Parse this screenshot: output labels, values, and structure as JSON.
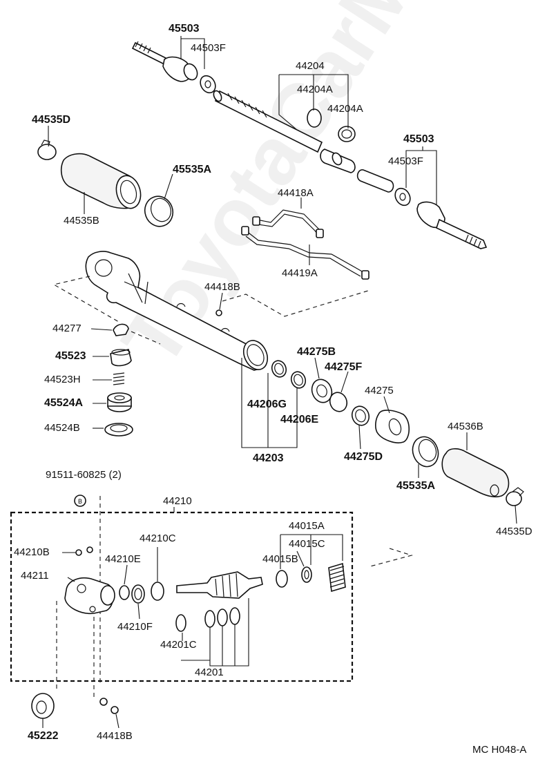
{
  "watermark": "ToyotaCarMine.ru",
  "footer_code": "MC H048-A",
  "labels": {
    "p45503_top": "45503",
    "p45503f_top": "44503F",
    "p44204": "44204",
    "p44204a_1": "44204A",
    "p44204a_2": "44204A",
    "p45503_right": "45503",
    "p44503f_right": "44503F",
    "p44535d_top": "44535D",
    "p45535a_top": "45535A",
    "p44535b": "44535B",
    "p44418a": "44418A",
    "p44419a": "44419A",
    "p44418b_mid": "44418B",
    "p44277": "44277",
    "p45523": "45523",
    "p44523h": "44523H",
    "p45524a": "45524A",
    "p44524b": "44524B",
    "p44275b": "44275B",
    "p44275f": "44275F",
    "p44275": "44275",
    "p44206g": "44206G",
    "p44206e": "44206E",
    "p44203": "44203",
    "p44275d": "44275D",
    "p44536b": "44536B",
    "p45535a_bottom": "45535A",
    "p44535d_bottom": "44535D",
    "p91511": "91511-60825",
    "p91511_qty": "(2)",
    "p44210": "44210",
    "p44015a": "44015A",
    "p44015c": "44015C",
    "p44015b": "44015B",
    "p44210b": "44210B",
    "p44210c": "44210C",
    "p44210e": "44210E",
    "p44211": "44211",
    "p44210f": "44210F",
    "p44201c": "44201C",
    "p44201": "44201",
    "p45222": "45222",
    "p44418b_bottom": "44418B"
  }
}
